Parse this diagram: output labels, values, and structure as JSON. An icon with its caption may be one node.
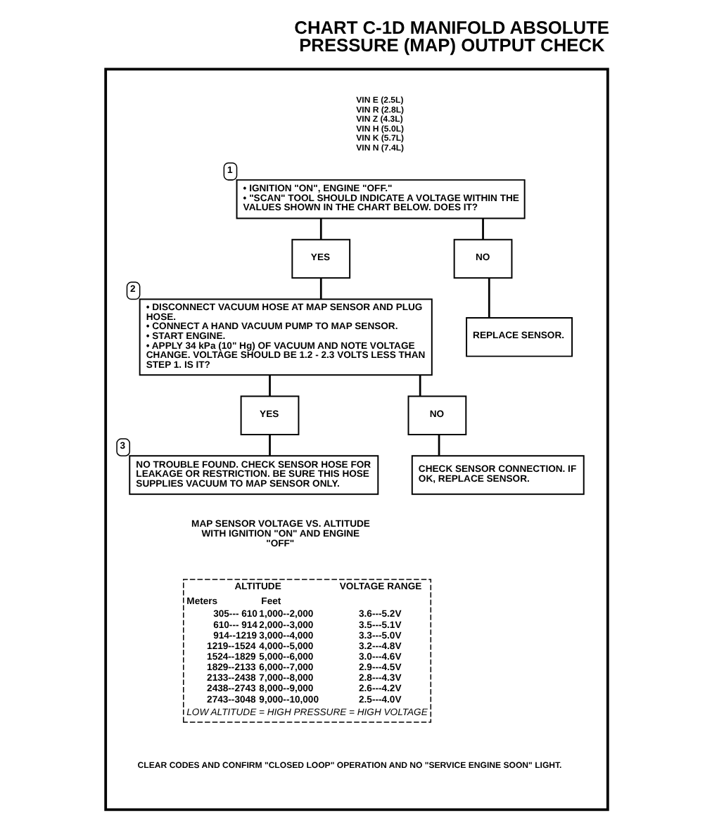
{
  "diagram": {
    "title": "CHART C-1D MANIFOLD ABSOLUTE PRESSURE (MAP) OUTPUT CHECK",
    "nodes": [
      {
        "text": [],
        "shape": "box"
      },
      {
        "text": [
          "• IGNITION \"ON\", ENGINE \"OFF.\"",
          "• \"SCAN\" TOOL SHOULD INDICATE A VOLTAGE WITHIN THE VALUES SHOWN IN THE CHART BELOW. DOES IT?"
        ],
        "beside": [
          "1"
        ],
        "in": 0
      },
      {
        "text": [
          "YES"
        ],
        "in": 0
      },
      {
        "text": [
          "NO"
        ],
        "in": 0
      },
      {
        "text": [
          "• DISCONNECT VACUUM HOSE AT MAP SENSOR AND PLUG HOSE.",
          "• CONNECT A HAND VACUUM PUMP TO MAP SENSOR.",
          "• START ENGINE.",
          "• APPLY 34 kPa (10\" Hg) OF VACUUM AND NOTE VOLTAGE CHANGE. VOLTAGE SHOULD BE 1.2 - 2.3 VOLTS LESS THAN STEP 1. IS IT?"
        ],
        "beside": [
          "2"
        ],
        "in": 0
      },
      {
        "text": [
          "REPLACE SENSOR."
        ],
        "in": 0
      },
      {
        "text": [
          "YES"
        ],
        "in": 0
      },
      {
        "text": [
          "NO"
        ],
        "in": 0
      },
      {
        "text": [
          "NO TROUBLE FOUND. CHECK SENSOR HOSE FOR LEAKAGE OR RESTRICTION. BE SURE THIS HOSE SUPPLIES VACUUM TO MAP SENSOR ONLY."
        ],
        "beside": [
          "3"
        ],
        "in": 0
      },
      {
        "text": [
          "CHECK SENSOR CONNECTION. IF OK, REPLACE SENSOR."
        ],
        "in": 0
      }
    ],
    "edges": [
      {
        "from": 1,
        "to": 2,
        "arrow": "none"
      },
      {
        "from": 1,
        "to": 3,
        "arrow": "none"
      },
      {
        "from": 2,
        "to": 4,
        "arrow": "none"
      },
      {
        "from": 3,
        "to": 5,
        "arrow": "none"
      },
      {
        "from": 4,
        "to": 6,
        "arrow": "none"
      },
      {
        "from": 4,
        "to": 7,
        "arrow": "none"
      },
      {
        "from": 6,
        "to": 8,
        "arrow": "none"
      },
      {
        "from": 7,
        "to": 9,
        "arrow": "none"
      }
    ],
    "labels": [
      "VIN E (2.5L)",
      "VIN R (2.8L)",
      "VIN Z (4.3L)",
      "VIN H (5.0L)",
      "VIN K (5.7L)",
      "VIN N (7.4L)",
      "MAP SENSOR VOLTAGE VS. ALTITUDE WITH IGNITION \"ON\" AND ENGINE \"OFF\"",
      "ALTITUDE",
      "VOLTAGE RANGE",
      "Meters",
      "Feet",
      "305--- 610",
      "1,000--2,000",
      "3.6---5.2V",
      "610--- 914",
      "2,000--3,000",
      "3.5---5.1V",
      "914--1219",
      "3,000--4,000",
      "3.3---5.0V",
      "1219--1524",
      "4,000--5,000",
      "3.2---4.8V",
      "1524--1829",
      "5,000--6,000",
      "3.0---4.6V",
      "1829--2133",
      "6,000--7,000",
      "2.9---4.5V",
      "2133--2438",
      "7,000--8,000",
      "2.8---4.3V",
      "2438--2743",
      "8,000--9,000",
      "2.6---4.2V",
      "2743--3048",
      "9,000--10,000",
      "2.5---4.0V",
      "LOW ALTITUDE = HIGH PRESSURE = HIGH VOLTAGE",
      "CLEAR CODES AND CONFIRM \"CLOSED LOOP\" OPERATION AND NO \"SERVICE ENGINE SOON\" LIGHT."
    ]
  }
}
